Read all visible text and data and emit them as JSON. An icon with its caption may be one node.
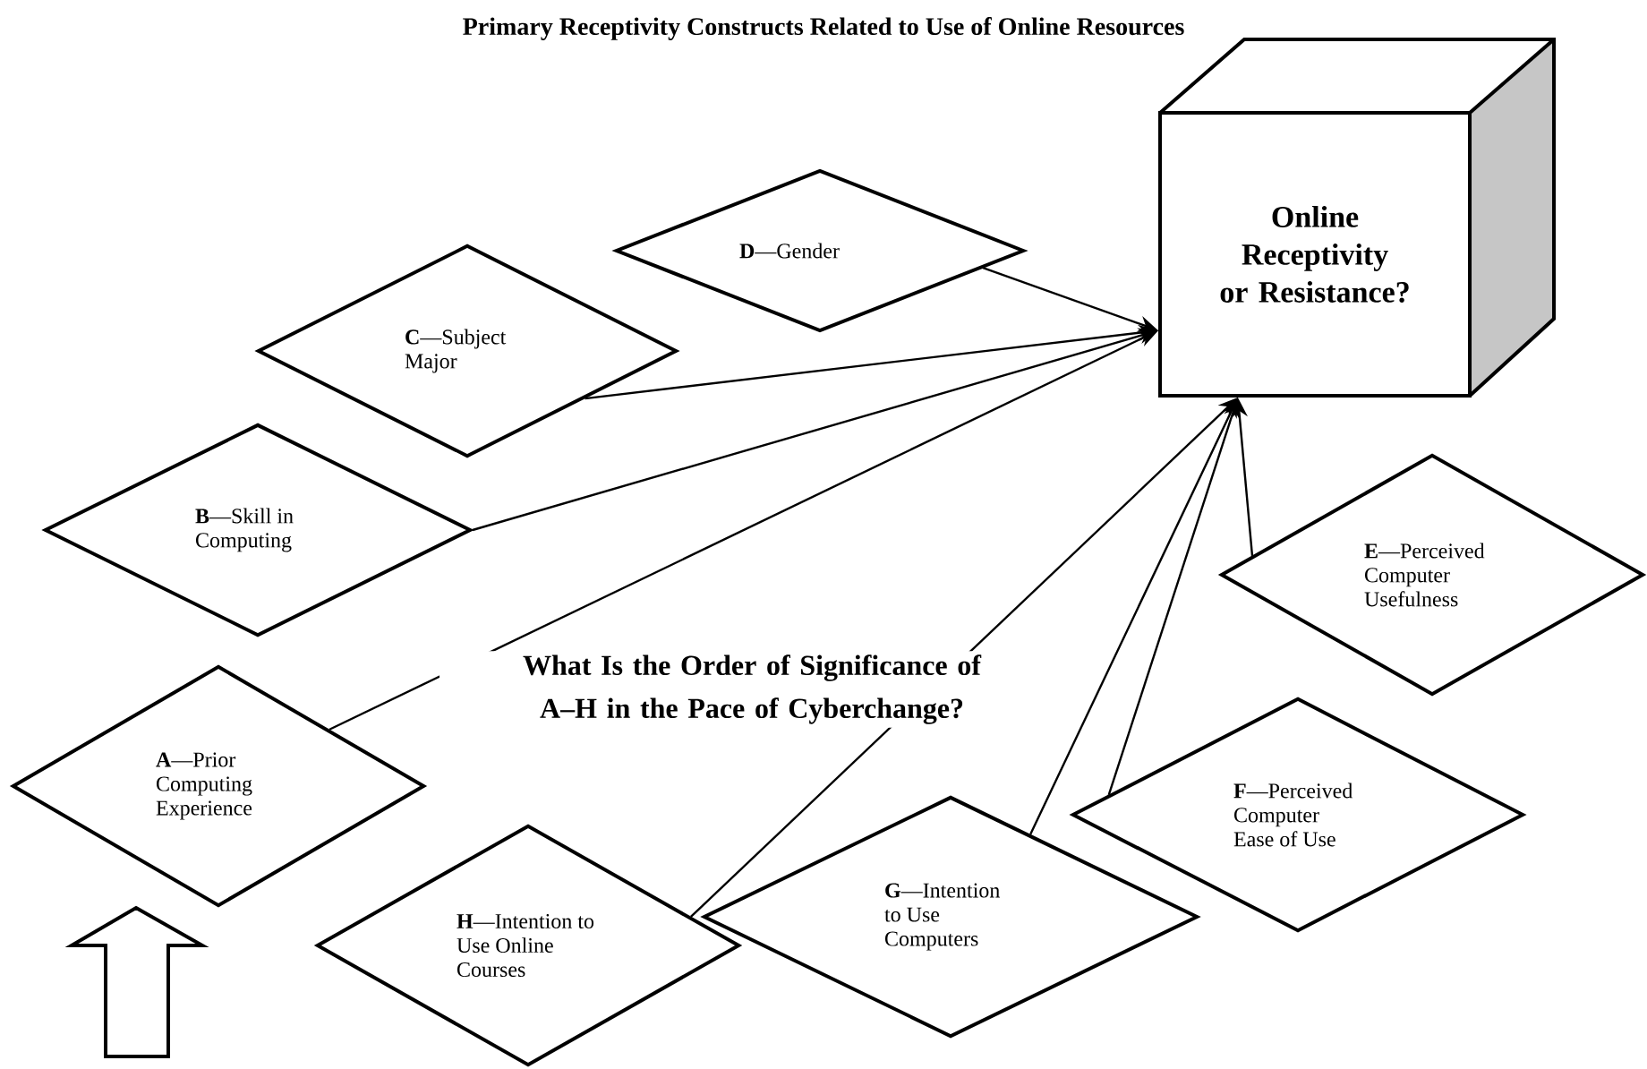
{
  "diagram": {
    "title": "Primary Receptivity Constructs Related to Use of Online Resources",
    "nodes": [
      {
        "text": [
          "Online Receptivity or Resistance?"
        ]
      },
      {
        "text": [
          "**D**—Gender"
        ]
      },
      {
        "text": [
          "**C**—Subject Major"
        ]
      },
      {
        "text": [
          "**B**—Skill in Computing"
        ]
      },
      {
        "text": [
          "**E**—Perceived Computer Usefulness"
        ]
      },
      {
        "text": [
          "**A**—Prior Computing Experience"
        ]
      },
      {
        "text": [
          "**F**—Perceived Computer Ease of Use"
        ]
      },
      {
        "text": [
          "**H**—Intention to Use Online Courses"
        ]
      },
      {
        "text": [
          "**G**—Intention to Use Computers"
        ]
      }
    ],
    "edges": [
      {
        "from": 1,
        "to": 0,
        "arrow": "to"
      },
      {
        "from": 2,
        "to": 0,
        "arrow": "to"
      },
      {
        "from": 3,
        "to": 0,
        "arrow": "to"
      },
      {
        "from": 5,
        "to": 0,
        "arrow": "to"
      },
      {
        "from": 7,
        "to": 0,
        "arrow": "to"
      },
      {
        "from": 8,
        "to": 0,
        "arrow": "to"
      },
      {
        "from": 6,
        "to": 0,
        "arrow": "to"
      },
      {
        "from": 4,
        "to": 0,
        "arrow": "to"
      }
    ],
    "labels": [
      "What Is the Order of Significance of A–H in the Pace of Cyberchange?"
    ]
  }
}
